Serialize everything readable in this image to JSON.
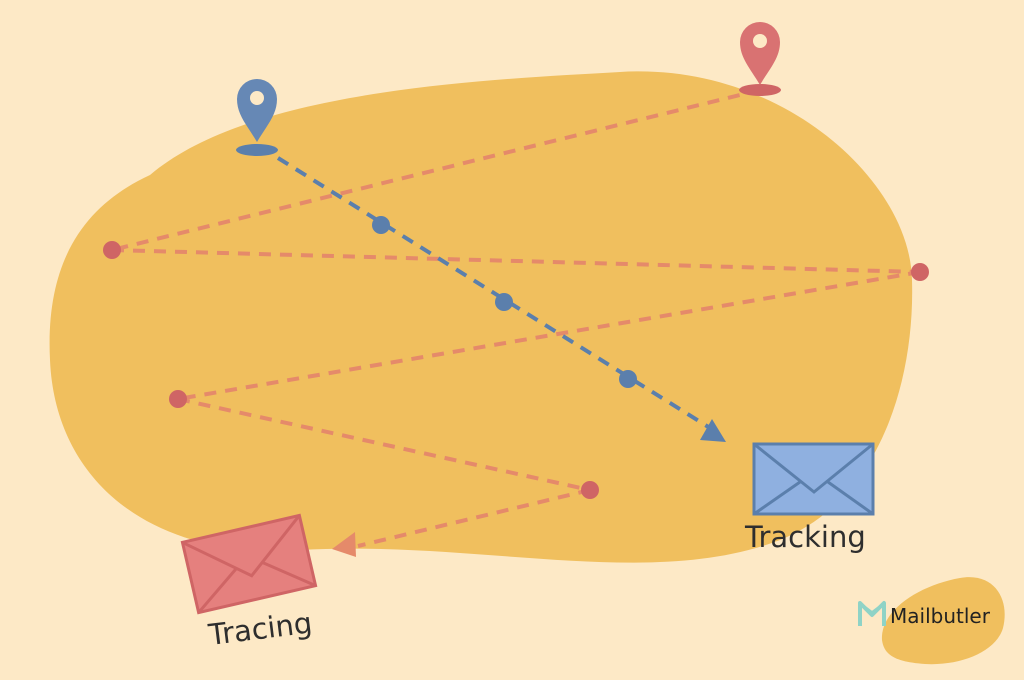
{
  "colors": {
    "background": "#fde9c6",
    "blob": "#f0bf5e",
    "tracing": "#e5807e",
    "tracing_dark": "#cf6565",
    "tracing_route": "#e58a6a",
    "tracking": "#8fb0e0",
    "tracking_dark": "#5b7fac",
    "brand_icon": "#8fd3c6"
  },
  "labels": {
    "tracking": "Tracking",
    "tracing": "Tracing"
  },
  "brand": {
    "name": "Mailbutler",
    "icon": "mailbutler-logo-icon"
  },
  "icons": {
    "tracking_pin": "map-pin-icon",
    "tracing_pin": "map-pin-icon",
    "tracking_envelope": "envelope-icon",
    "tracing_envelope": "envelope-icon"
  }
}
